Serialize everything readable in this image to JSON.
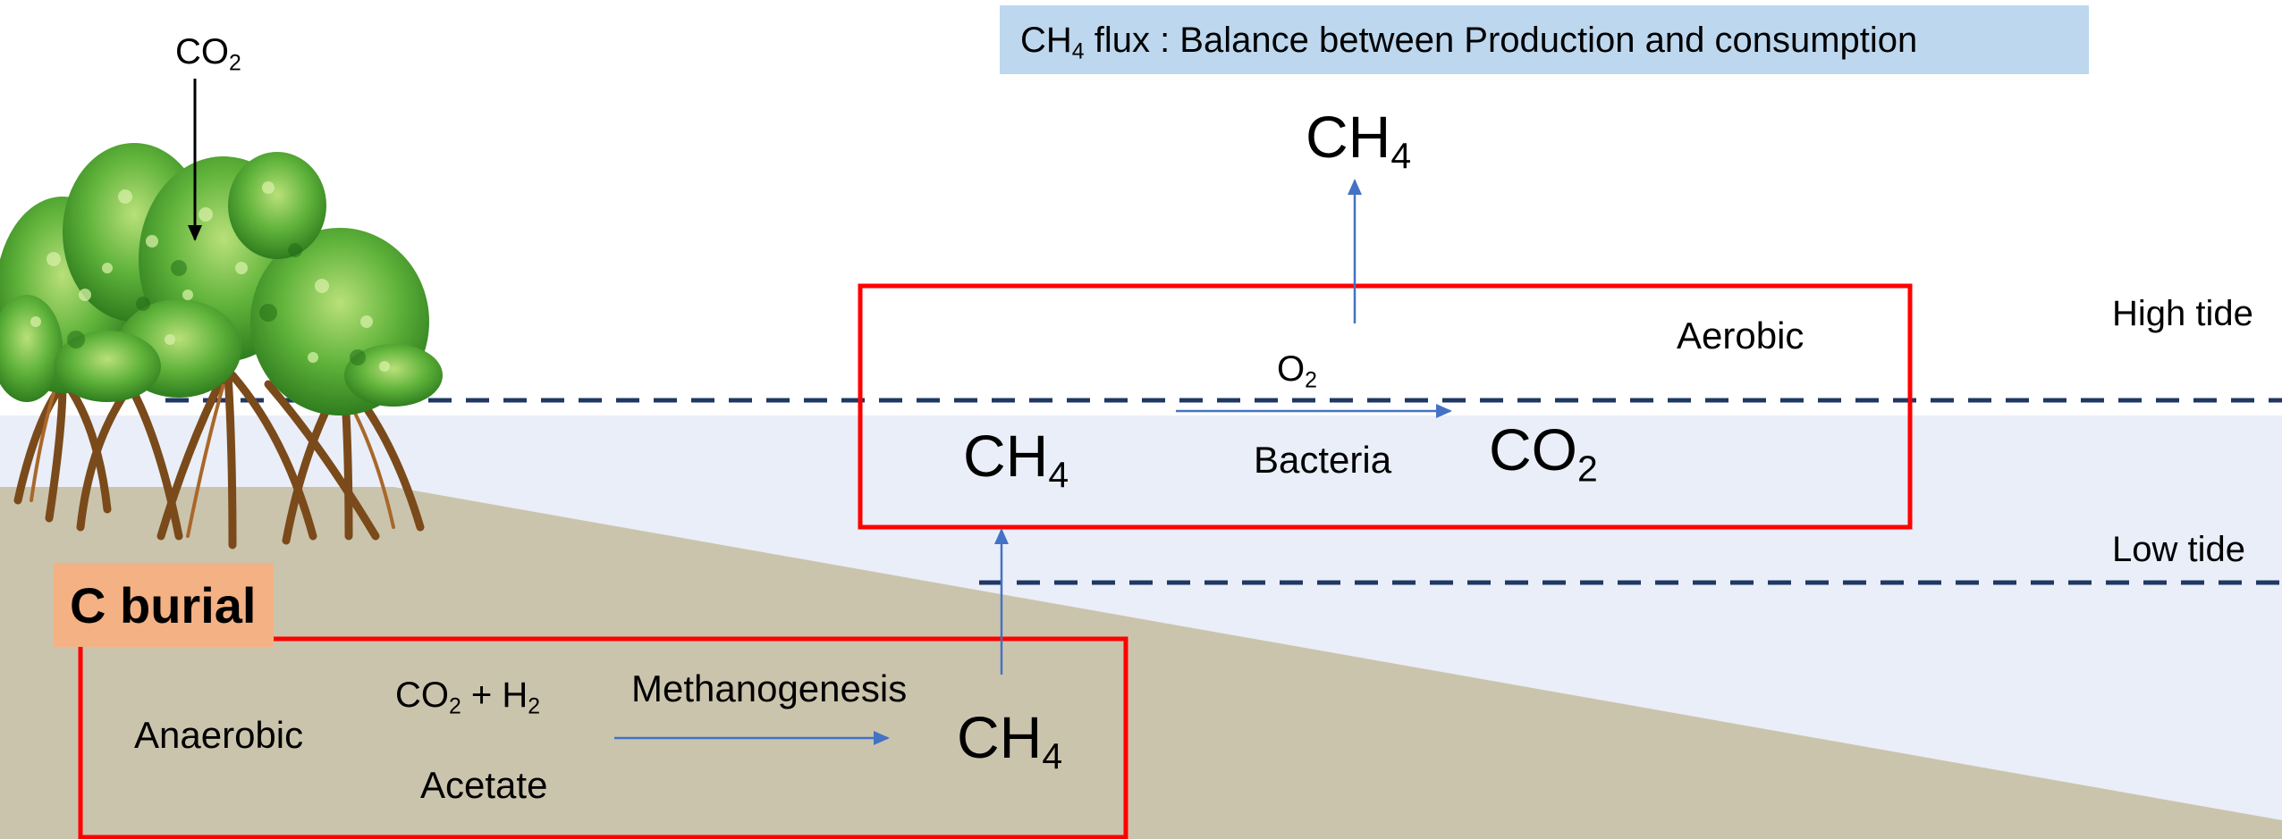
{
  "title": {
    "main": "flux : Balance between Production and consumption",
    "species": "CH",
    "species_sub": "4"
  },
  "co2_input": {
    "main": "CO",
    "sub": "2"
  },
  "ch4_top": {
    "main": "CH",
    "sub": "4"
  },
  "aerobic_zone": {
    "label": "Aerobic",
    "oxygen": {
      "main": "O",
      "sub": "2"
    },
    "reactant": {
      "main": "CH",
      "sub": "4"
    },
    "process": "Bacteria",
    "product": {
      "main": "CO",
      "sub": "2"
    }
  },
  "tides": {
    "high": "High tide",
    "low": "Low tide"
  },
  "c_burial": "C burial",
  "anaerobic_zone": {
    "label": "Anaerobic",
    "substrate1": {
      "main": "CO",
      "sub": "2",
      "rest": " + H",
      "rest_sub": "2"
    },
    "substrate2": "Acetate",
    "process": "Methanogenesis",
    "product": {
      "main": "CH",
      "sub": "4"
    }
  },
  "colors": {
    "zone_border": "#ff0000",
    "title_fill": "#bdd7ee",
    "water": "#e9eef8",
    "sediment": "#cbc4ad",
    "tide_line": "#1f3864",
    "flow_arrow": "#4472c4",
    "c_burial_fill": "#f4b183"
  }
}
